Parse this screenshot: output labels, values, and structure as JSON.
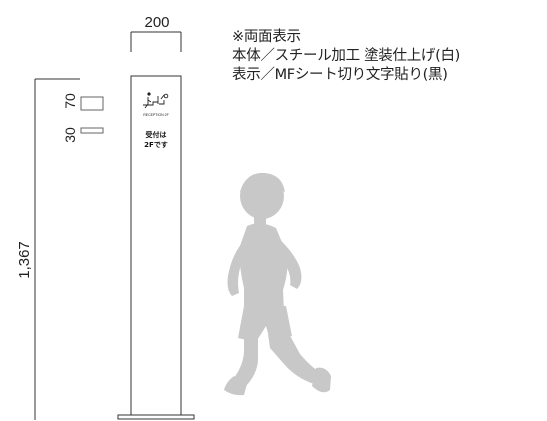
{
  "dimensions": {
    "width_label": "200",
    "height_label": "1,367",
    "upper_label": "70",
    "lower_label": "30"
  },
  "notes": {
    "line1": "※両面表示",
    "line2": "本体／スチール加工 塗装仕上げ(白)",
    "line3": "表示／MFシート切り文字貼り(黒)"
  },
  "sign": {
    "logo_caption": "RECEPTION 2F",
    "main_text_line1": "受付は",
    "main_text_line2": "2Fです"
  },
  "colors": {
    "line": "#333333",
    "person": "#c8c8c8",
    "pillar": "#ffffff"
  }
}
